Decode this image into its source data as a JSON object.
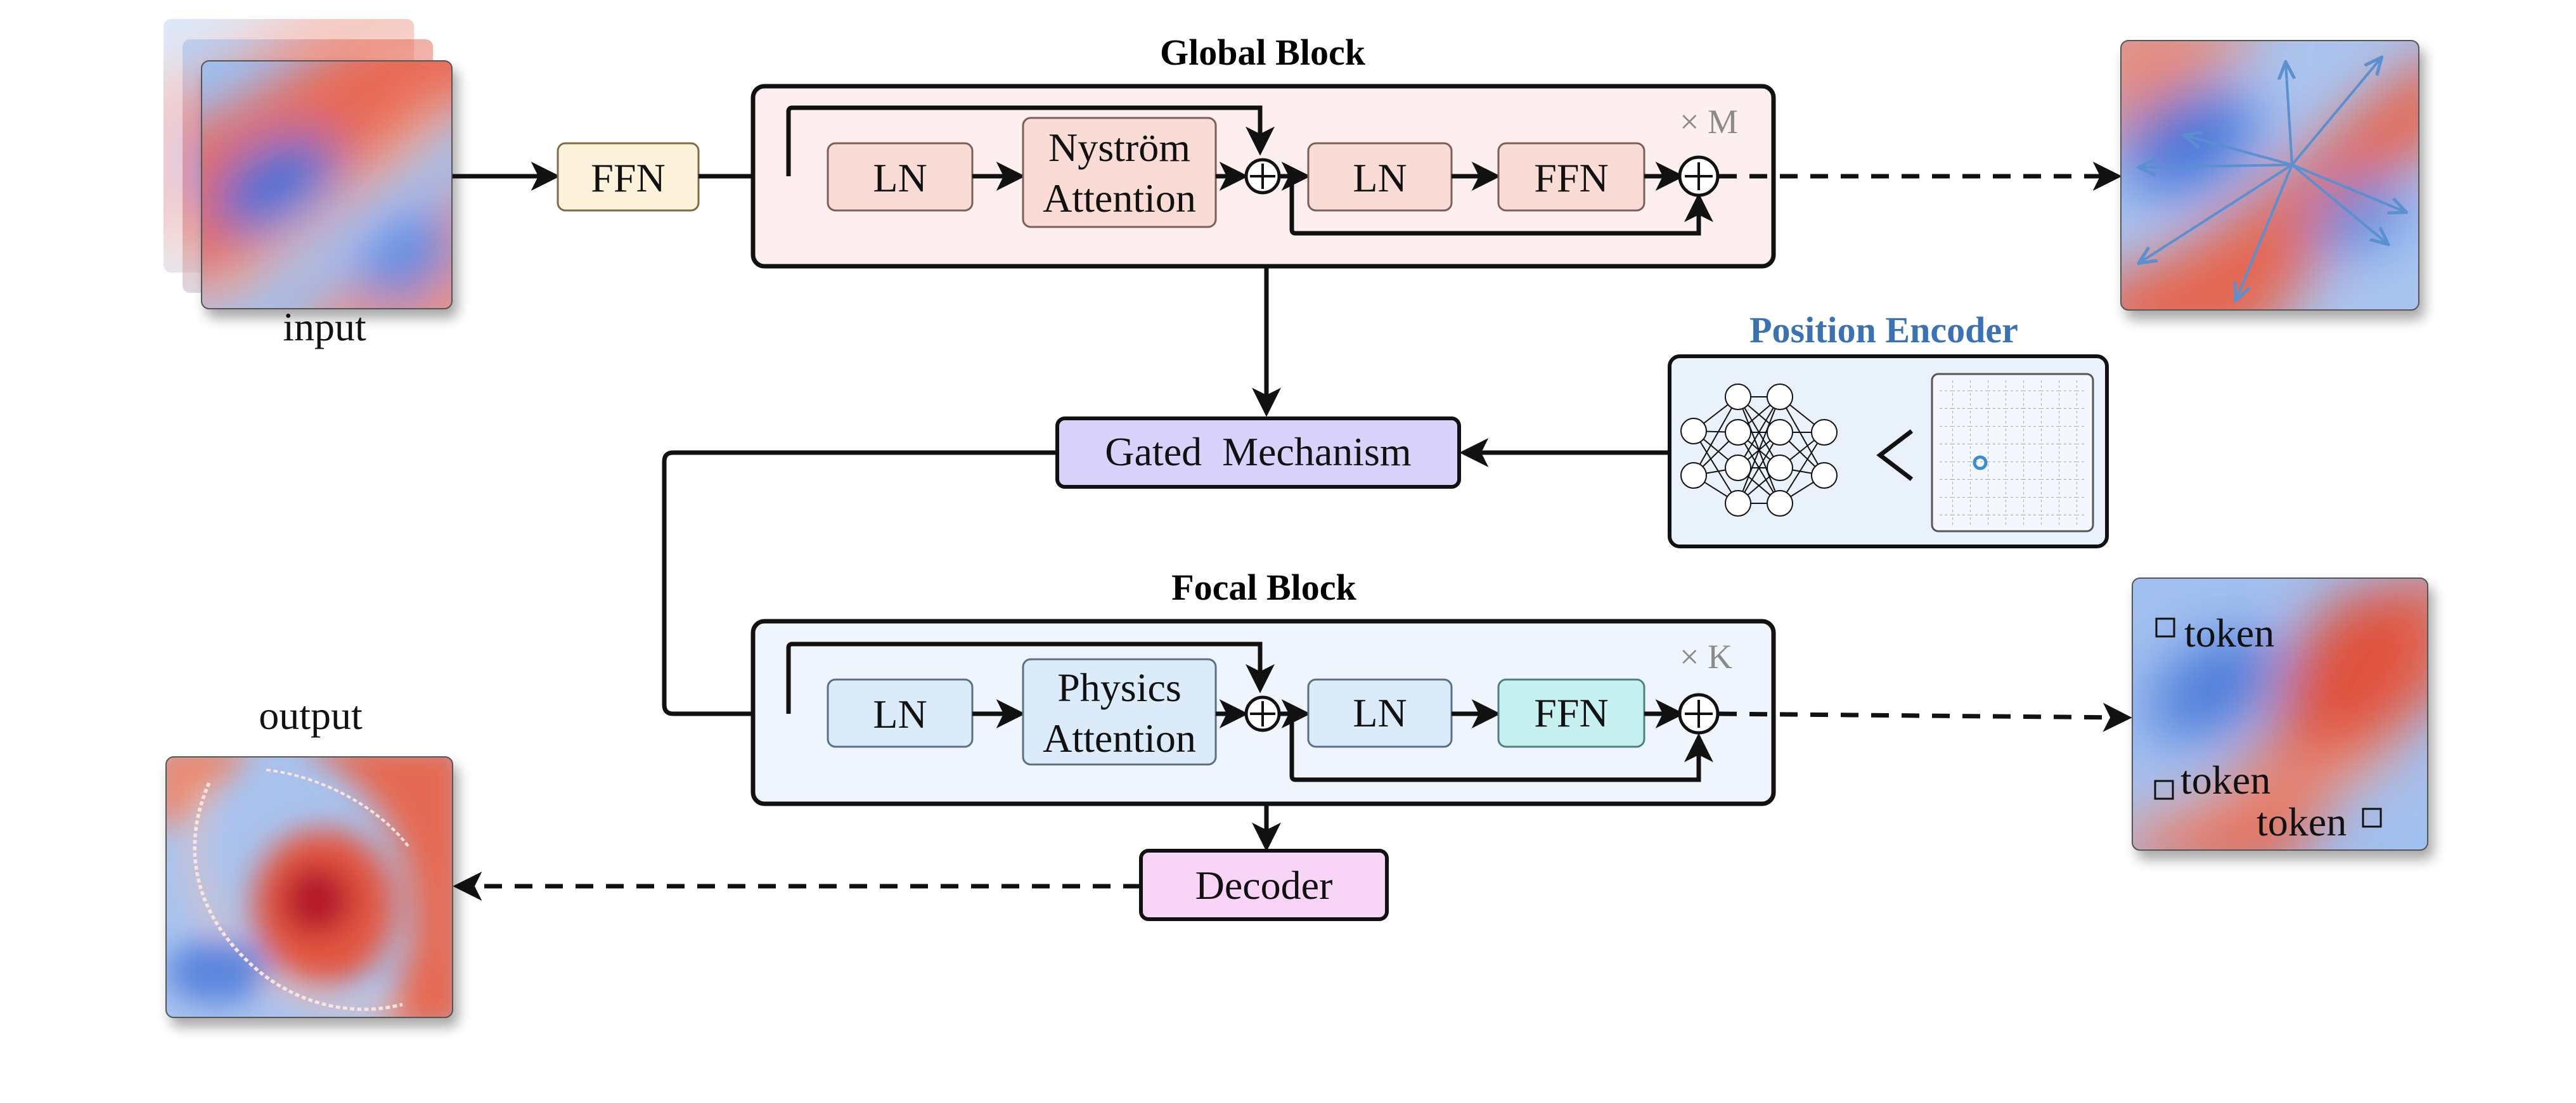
{
  "input": {
    "label": "input"
  },
  "output": {
    "label": "output"
  },
  "ffn_in": {
    "label": "FFN"
  },
  "global_block": {
    "title": "Global Block",
    "repeat": "× M",
    "ln1": "LN",
    "attention_line1": "Nyström",
    "attention_line2": "Attention",
    "ln2": "LN",
    "ffn": "FFN"
  },
  "focal_block": {
    "title": "Focal Block",
    "repeat": "× K",
    "ln1": "LN",
    "attention_line1": "Physics",
    "attention_line2": "Attention",
    "ln2": "LN",
    "ffn": "FFN"
  },
  "gated": {
    "label": "Gated  Mechanism"
  },
  "decoder": {
    "label": "Decoder"
  },
  "position_encoder": {
    "title": "Position Encoder"
  },
  "token_map": {
    "tokens": [
      "token",
      "token",
      "token"
    ]
  },
  "colors": {
    "global_bg": "#fdefef",
    "global_node": "#f9dcd6",
    "focal_bg": "#eef5fc",
    "focal_node": "#dcebf9",
    "focal_ffn": "#c7f1f1",
    "ffn_in": "#fdf2da",
    "gated": "#d9d2fb",
    "decoder": "#f8d4f6",
    "pos_enc_bg": "#e9f2fb",
    "pos_enc_title": "#3a72b4",
    "field_red": "#e5533e",
    "field_blue": "#4a7fd9"
  }
}
